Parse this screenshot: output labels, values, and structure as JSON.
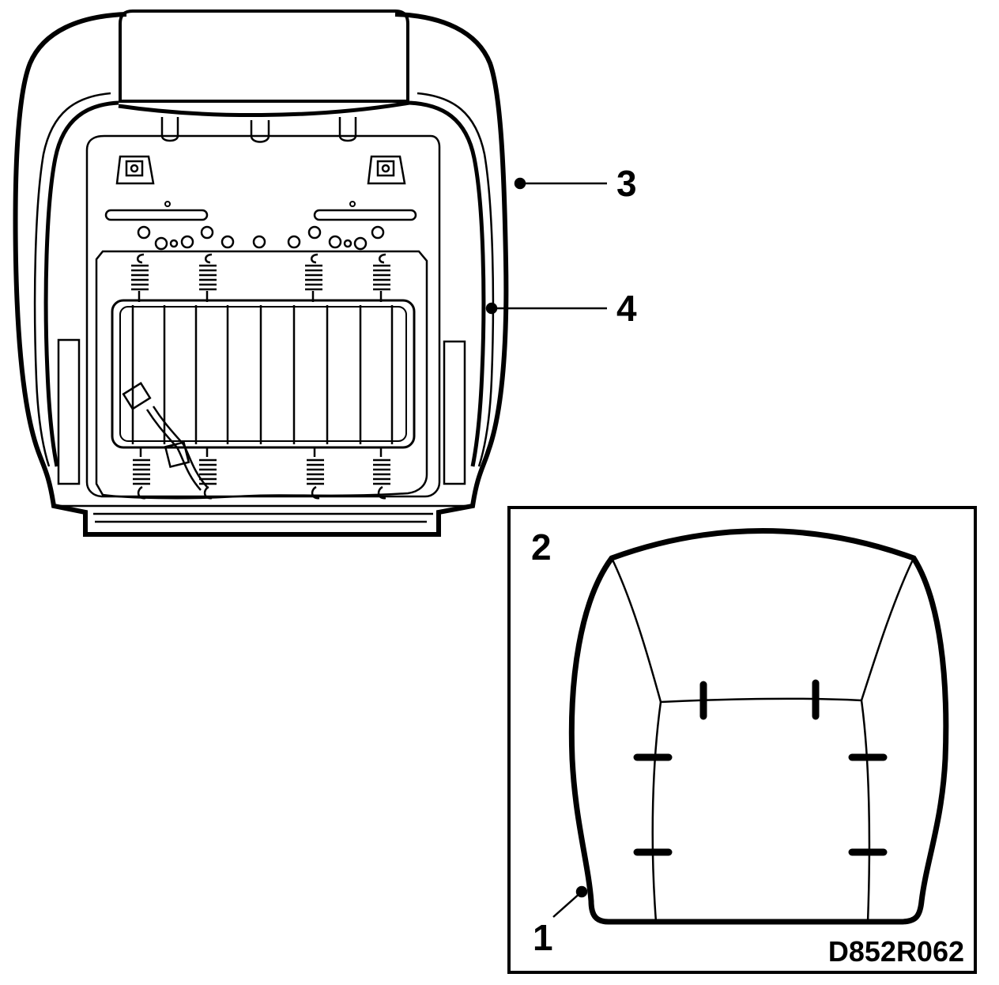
{
  "callouts": {
    "c1": "1",
    "c2": "2",
    "c3": "3",
    "c4": "4"
  },
  "figure_ref": "D852R062",
  "colors": {
    "ink": "#000000",
    "paper": "#ffffff"
  }
}
